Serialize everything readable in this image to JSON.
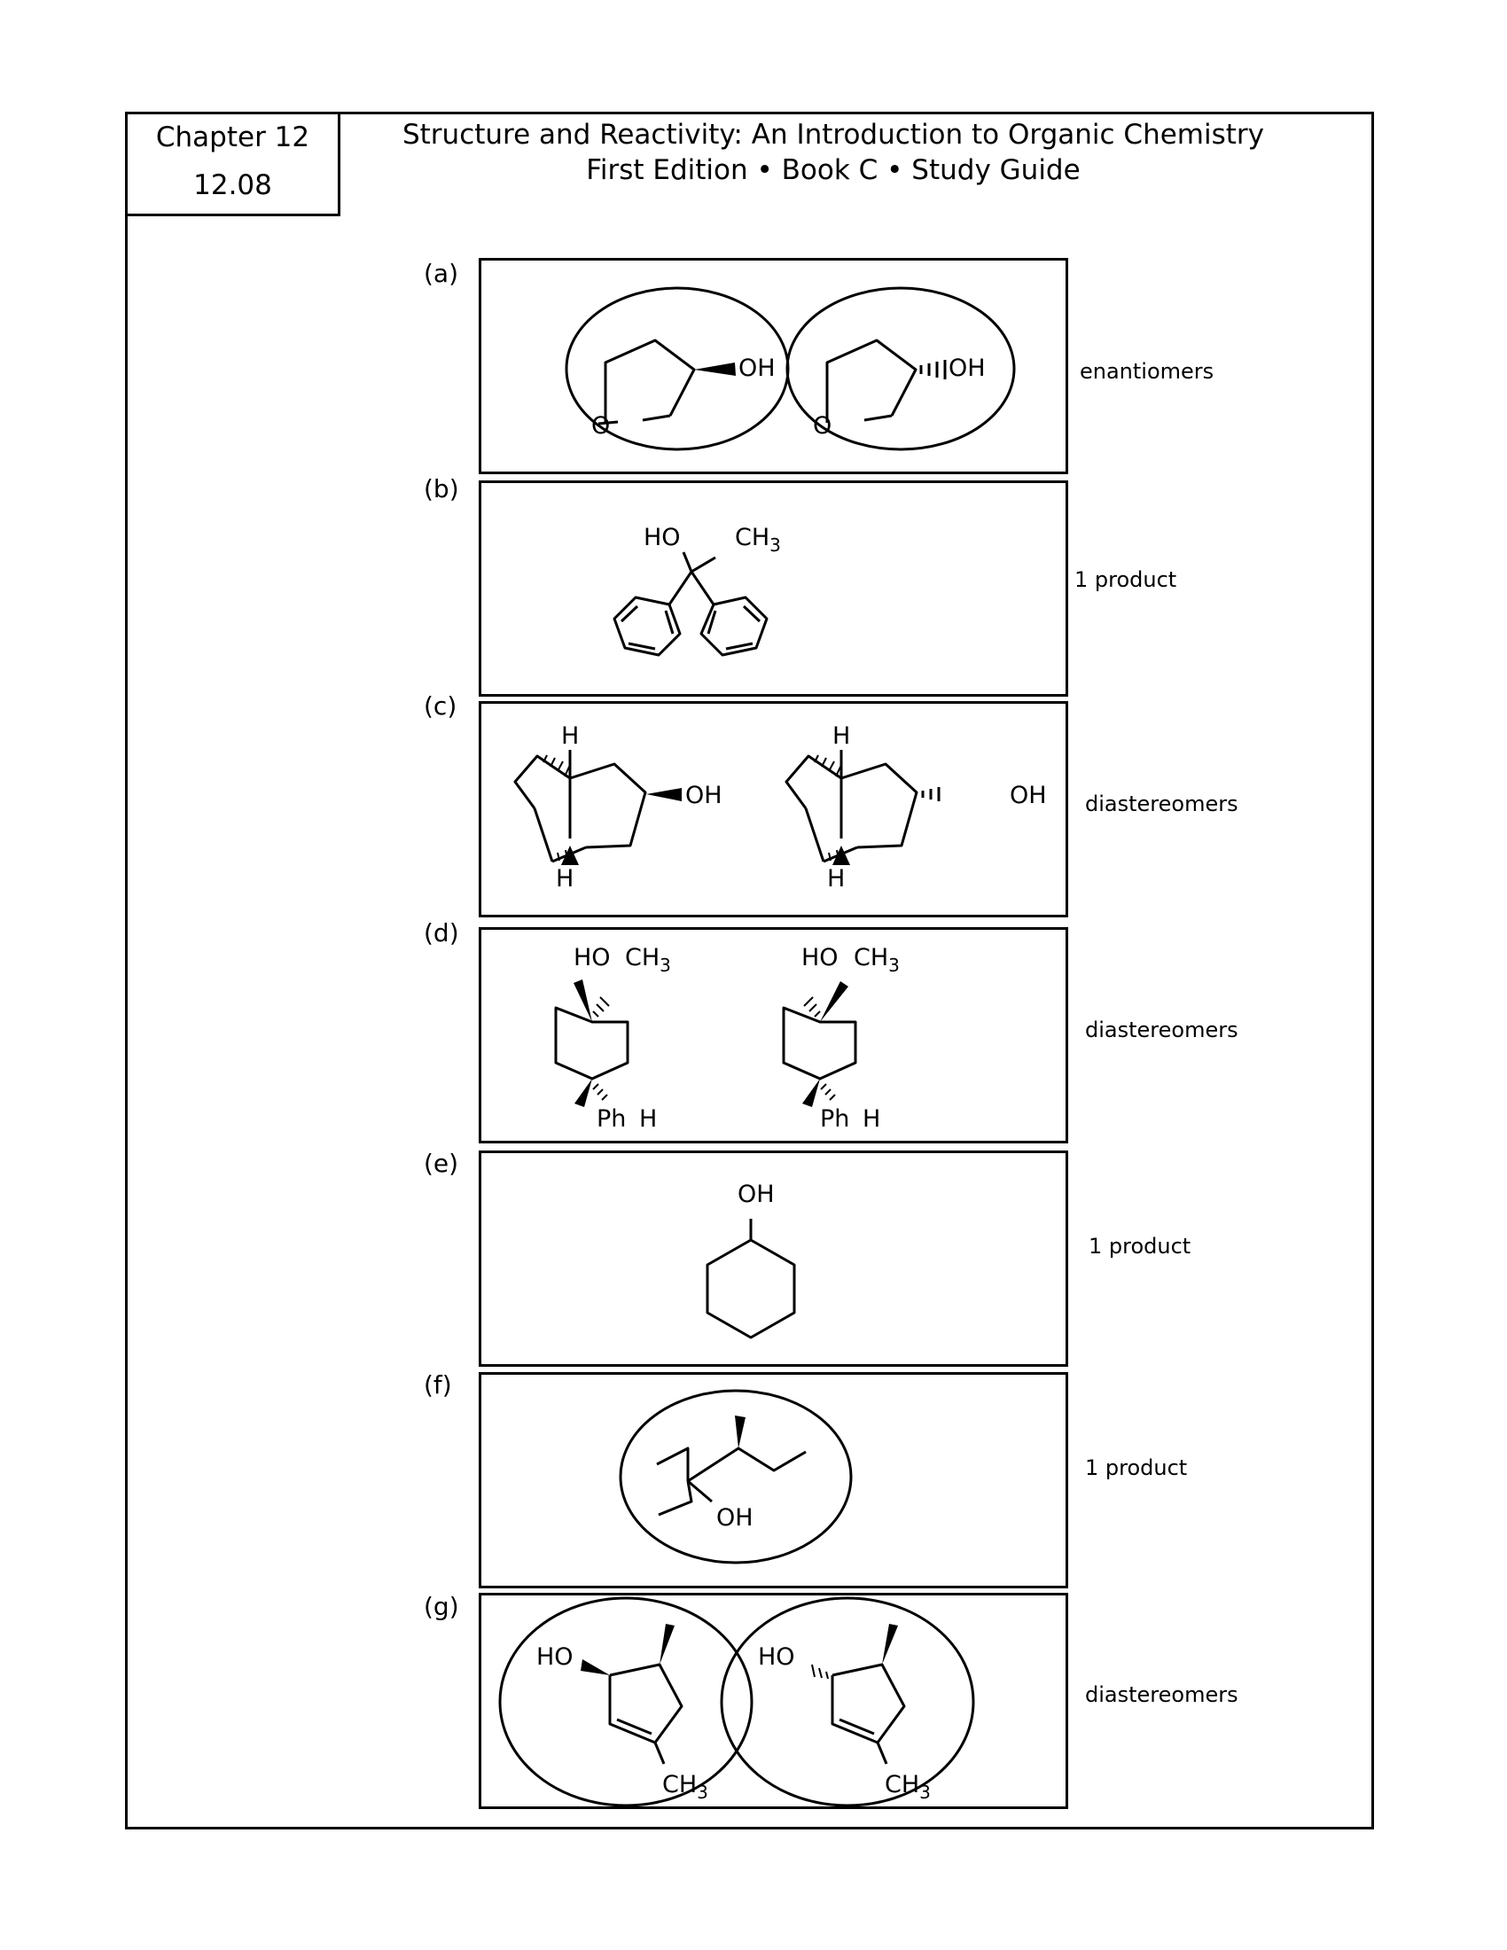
{
  "header": {
    "chapter": "Chapter 12",
    "section": "12.08",
    "title": "Structure and Reactivity: An Introduction to Organic Chemistry",
    "subtitle": "First Edition • Book C • Study Guide"
  },
  "problems": [
    {
      "label": "(a)",
      "relation": "enantiomers"
    },
    {
      "label": "(b)",
      "relation": "1 product"
    },
    {
      "label": "(c)",
      "relation": "diastereomers"
    },
    {
      "label": "(d)",
      "relation": "diastereomers"
    },
    {
      "label": "(e)",
      "relation": "1 product"
    },
    {
      "label": "(f)",
      "relation": "1 product"
    },
    {
      "label": "(g)",
      "relation": "diastereomers"
    }
  ],
  "atoms": {
    "oh": "OH",
    "ho": "HO",
    "o": "O",
    "h": "H",
    "ph": "Ph",
    "ch": "CH",
    "three": "3"
  }
}
